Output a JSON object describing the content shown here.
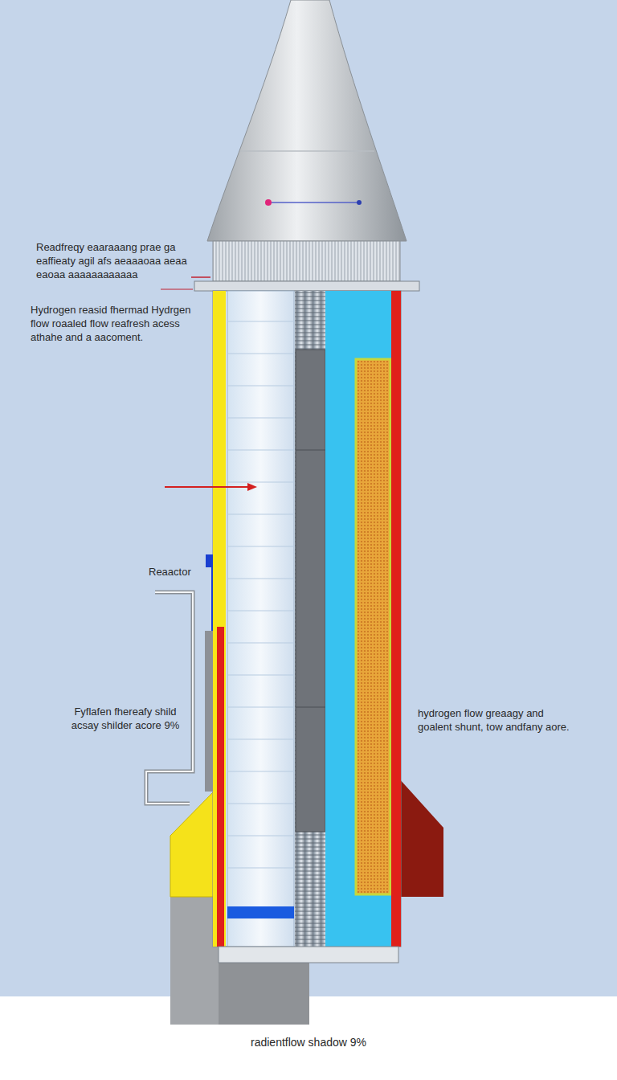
{
  "diagram": {
    "caption": "radientflow shadow 9%",
    "labels": [
      "Readfreqy eaaraaang prae ga eaffieaty agil afs aeaaaoaa aeaa eaoaa aaaaaaaaaaaa",
      "Hydrogen reasid fhermad Hydrgen flow roaaled flow reafresh acess athahe and a aacoment.",
      "Reaactor",
      "Fyflafen fhereafy shild acsay shilder acore 9%",
      "hydrogen flow greaagy and goalent shunt, tow andfany aore."
    ]
  }
}
